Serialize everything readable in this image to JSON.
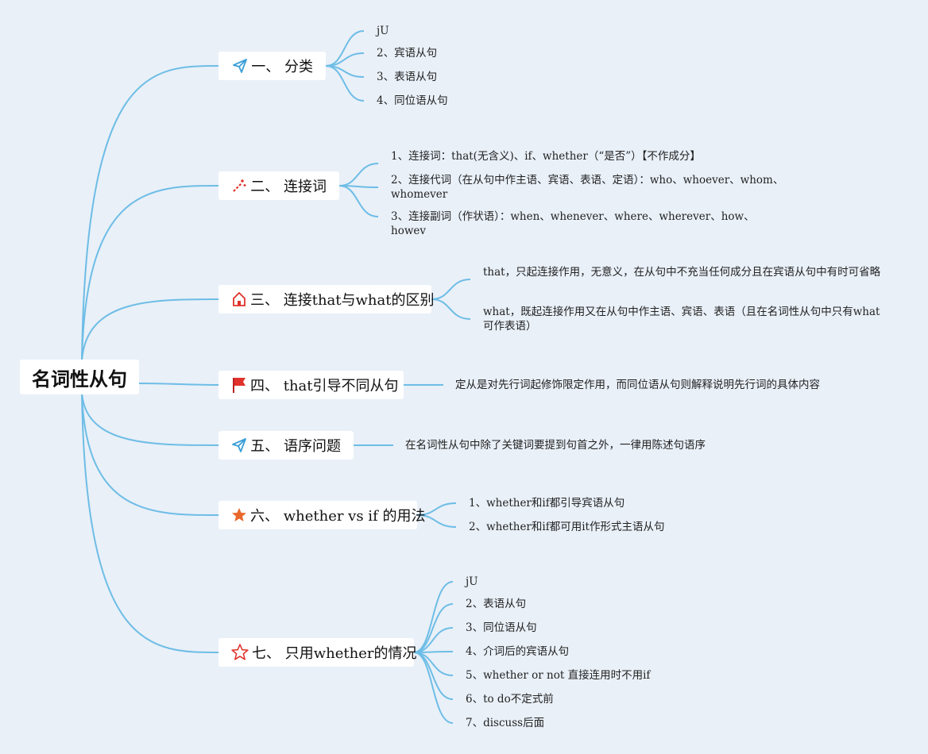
{
  "root": {
    "label": "名词性从句"
  },
  "colors": {
    "line": "#6ebde6",
    "background": "#e9f0f8",
    "red": "#e0312b",
    "blue": "#3a9fd8",
    "orange": "#e8672c"
  },
  "branches": [
    {
      "label": "一、 分类",
      "icon": "paper-plane-icon",
      "leaves": [
        "jU",
        "2、宾语从句",
        "3、表语从句",
        "4、同位语从句"
      ]
    },
    {
      "label": "二、 连接词",
      "icon": "magic-wand-icon",
      "leaves": [
        "1、连接词：that(无含义)、if、whether（“是否”）【不作成分】",
        "2、连接代词（在从句中作主语、宾语、表语、定语）：who、whoever、whom、whomever",
        "3、连接副词（作状语）：when、whenever、where、wherever、how、howev"
      ]
    },
    {
      "label": "三、 连接that与what的区别",
      "icon": "house-icon",
      "leaves": [
        "that，只起连接作用，无意义，在从句中不充当任何成分且在宾语从句中有时可省略",
        "what，既起连接作用又在从句中作主语、宾语、表语（且在名词性从句中只有what可作表语）"
      ]
    },
    {
      "label": "四、 that引导不同从句",
      "icon": "flag-icon",
      "leaves": [
        "定从是对先行词起修饰限定作用，而同位语从句则解释说明先行词的具体内容"
      ]
    },
    {
      "label": "五、 语序问题",
      "icon": "paper-plane-icon",
      "leaves": [
        "在名词性从句中除了关键词要提到句首之外，一律用陈述句语序"
      ]
    },
    {
      "label": "六、 whether vs if 的用法",
      "icon": "star-filled-icon",
      "leaves": [
        "1、whether和if都引导宾语从句",
        "2、whether和if都可用it作形式主语从句"
      ]
    },
    {
      "label": "七、 只用whether的情况",
      "icon": "star-outline-icon",
      "leaves": [
        "jU",
        "2、表语从句",
        "3、同位语从句",
        "4、介词后的宾语从句",
        "5、whether or not 直接连用时不用if",
        "6、to do不定式前",
        "7、discuss后面"
      ]
    }
  ]
}
